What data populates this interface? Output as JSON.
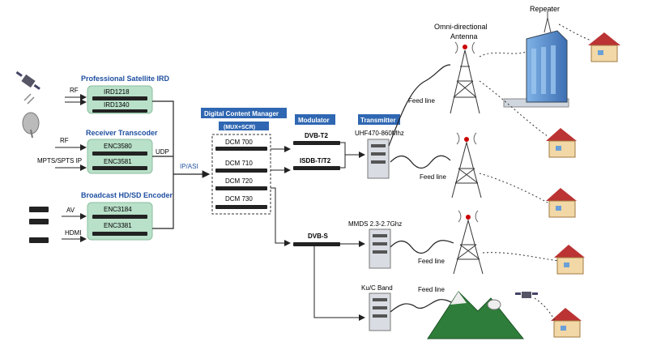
{
  "source_panels": {
    "satellite_ird": {
      "title": "Professional Satellite IRD",
      "models": [
        "IRD1218",
        "IRD1340"
      ],
      "input_label": "RF"
    },
    "receiver_transcoder": {
      "title": "Receiver Transcoder",
      "models": [
        "ENC3580",
        "ENC3581"
      ],
      "input_labels": [
        "RF",
        "MPTS/SPTS IP"
      ]
    },
    "broadcast_encoder": {
      "title": "Broadcast HD/SD Encoder",
      "models": [
        "ENC3184",
        "ENC3381"
      ],
      "input_labels": [
        "AV",
        "HDMI"
      ]
    }
  },
  "links": {
    "udp": "UDP",
    "ip_asi": "IP/ASI"
  },
  "dcm": {
    "title": "Digital Content Manager",
    "subtitle": "(MUX+SCR)",
    "units": [
      "DCM 700",
      "DCM 710",
      "DCM 720",
      "DCM 730"
    ]
  },
  "modulator": {
    "title": "Modulator",
    "devices": [
      "DVB-T2",
      "ISDB-T/T2",
      "DVB-S"
    ]
  },
  "transmitter": {
    "title": "Transmitter",
    "uhf_band": "UHF470-860Mhz",
    "mmds_band": "MMDS 2.3-2.7Ghz",
    "ku_band": "Ku/C Band"
  },
  "feed_line_label": "Feed line",
  "antenna_label": "Omni-directional\nAntenna",
  "repeater_label": "Repeater",
  "colors": {
    "panel_fill": "#b9e0c9",
    "title_blue": "#1f4fa0",
    "header_box": "#2f67b2",
    "device_dark": "#222222"
  }
}
